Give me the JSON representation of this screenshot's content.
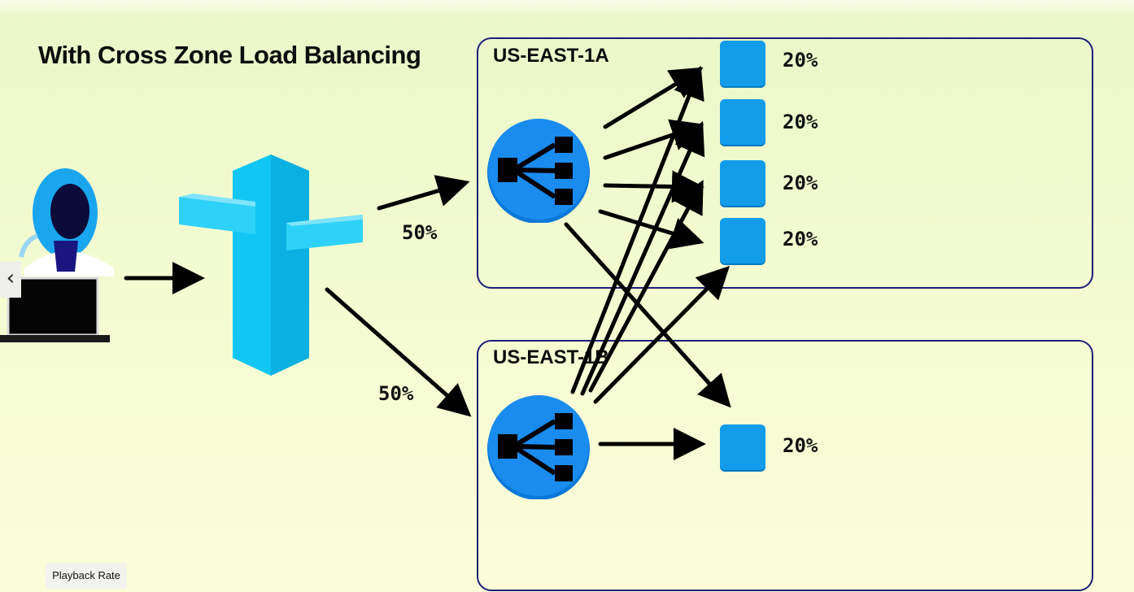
{
  "slide": {
    "title": "With Cross Zone Load Balancing"
  },
  "zones": [
    {
      "label": "US-EAST-1A"
    },
    {
      "label": "US-EAST-1B"
    }
  ],
  "splits": {
    "zone_a_pct": "50%",
    "zone_b_pct": "50%"
  },
  "instances": [
    {
      "pct": "20%",
      "zone": "US-EAST-1A"
    },
    {
      "pct": "20%",
      "zone": "US-EAST-1A"
    },
    {
      "pct": "20%",
      "zone": "US-EAST-1A"
    },
    {
      "pct": "20%",
      "zone": "US-EAST-1A"
    },
    {
      "pct": "20%",
      "zone": "US-EAST-1B"
    }
  ],
  "player": {
    "prev_glyph": "‹",
    "playback_rate_label": "Playback Rate"
  },
  "colors": {
    "instance": "#129cea",
    "load_balancer": "#1a8cf0",
    "zone_border": "#1a1f7a",
    "dns_pillar": "#11c6f3",
    "background": "#f3fbd0"
  },
  "icons": {
    "user": "user-at-laptop-icon",
    "dns": "route53-dns-icon",
    "load_balancer": "load-balancer-icon"
  }
}
